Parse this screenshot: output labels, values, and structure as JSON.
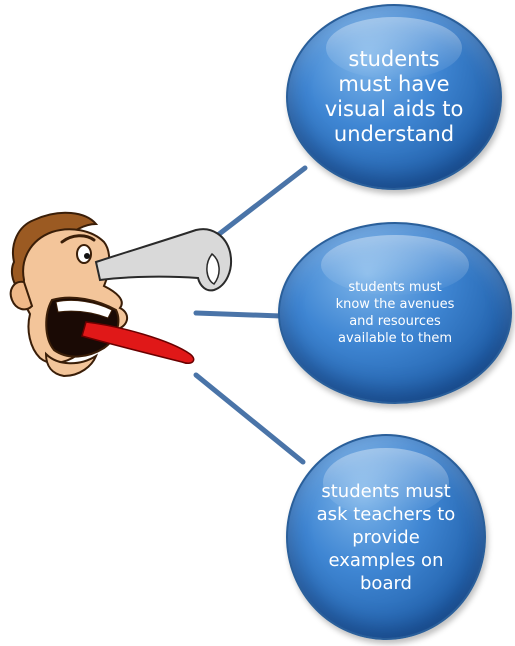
{
  "bubbles": [
    {
      "text": "students\nmust have\nvisual aids to\nunderstand"
    },
    {
      "text": "students must\nknow the avenues\nand  resources\navailable to them"
    },
    {
      "text": "students must\nask teachers to\nprovide\nexamples on\nboard"
    }
  ],
  "colors": {
    "bubble_fill": "#2e6fc0",
    "bubble_border": "#2a5f9a",
    "connector": "#4a74a8",
    "text": "#ffffff"
  },
  "icons": {
    "speaker": "shouting-man-icon"
  }
}
